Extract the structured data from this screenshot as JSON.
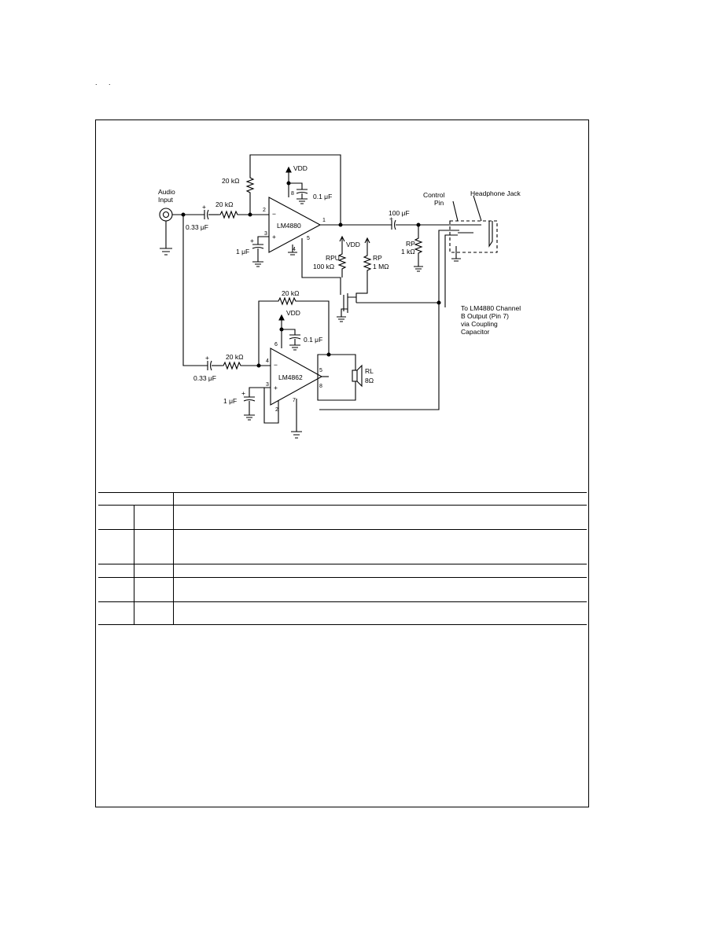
{
  "header": {
    "mark": ". ."
  },
  "schematic": {
    "labels": {
      "audio_input_1": "Audio",
      "audio_input_2": "Input",
      "r_feedback_top": "20 kΩ",
      "r_in_top": "20 kΩ",
      "c_in_top": "0.33 μF",
      "vdd_top": "VDD",
      "c_bypass_top": "0.1 μF",
      "c_bias_top": "1 μF",
      "chip_top": "LM4880",
      "c_out": "100 μF",
      "rp_1": "RP",
      "rp_2": "1 kΩ",
      "vdd_mid": "VDD",
      "rpu_1": "RPU",
      "rpu_2": "100 kΩ",
      "rp2_1": "RP",
      "rp2_2": "1 MΩ",
      "control_pin_1": "Control",
      "control_pin_2": "Pin",
      "headphone_jack": "Headphone Jack",
      "note_1": "To LM4880 Channel",
      "note_2": "B Output (Pin 7)",
      "note_3": "via Coupling",
      "note_4": "Capacitor",
      "r_feedback_bot": "20 kΩ",
      "vdd_bot": "VDD",
      "c_bypass_bot": "0.1 μF",
      "r_in_bot": "20 kΩ",
      "c_in_bot": "0.33 μF",
      "chip_bot": "LM4862",
      "c_bias_bot": "1 μF",
      "speaker_1": "RL",
      "speaker_2": "8Ω",
      "pin_top_2": "2",
      "pin_top_3": "3",
      "pin_top_4": "4",
      "pin_top_8": "8",
      "pin_top_1": "1",
      "pin_top_5": "5",
      "pin_bot_4": "4",
      "pin_bot_3": "3",
      "pin_bot_6": "6",
      "pin_bot_5": "5",
      "pin_bot_8": "8",
      "pin_bot_7": "7",
      "pin_bot_2": "2",
      "plus_c_in_top": "+",
      "plus_c_in_bot": "+",
      "plus_c_out": "+",
      "plus_c_bias_top": "+",
      "plus_c_bias_bot": "+",
      "opamp_minus_top": "−",
      "opamp_plus_top": "+",
      "opamp_minus_bot": "−",
      "opamp_plus_bot": "+"
    }
  }
}
